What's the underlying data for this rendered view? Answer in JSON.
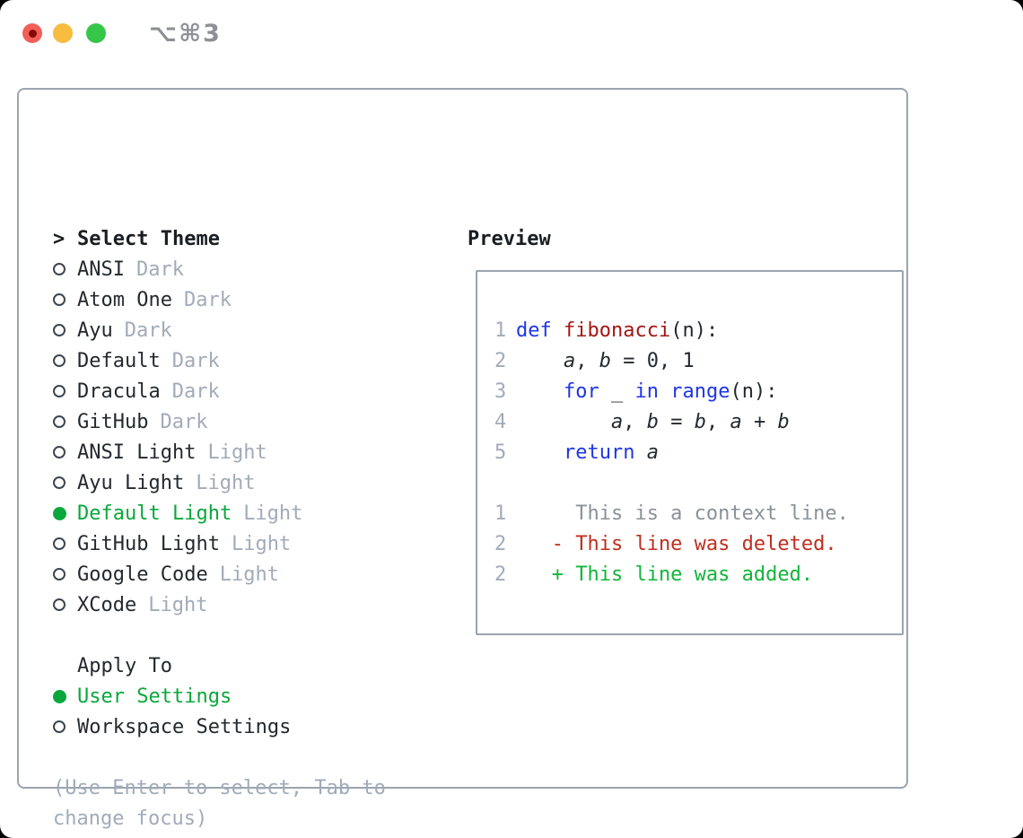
{
  "window": {
    "shortcut": "⌥⌘3"
  },
  "left": {
    "header": {
      "prefix": ">",
      "label": "Select Theme"
    },
    "themes": [
      {
        "name": "ANSI",
        "tag": "Dark",
        "selected": false
      },
      {
        "name": "Atom One",
        "tag": "Dark",
        "selected": false
      },
      {
        "name": "Ayu",
        "tag": "Dark",
        "selected": false
      },
      {
        "name": "Default",
        "tag": "Dark",
        "selected": false
      },
      {
        "name": "Dracula",
        "tag": "Dark",
        "selected": false
      },
      {
        "name": "GitHub",
        "tag": "Dark",
        "selected": false
      },
      {
        "name": "ANSI Light",
        "tag": "Light",
        "selected": false
      },
      {
        "name": "Ayu Light",
        "tag": "Light",
        "selected": false
      },
      {
        "name": "Default Light",
        "tag": "Light",
        "selected": true
      },
      {
        "name": "GitHub Light",
        "tag": "Light",
        "selected": false
      },
      {
        "name": "Google Code",
        "tag": "Light",
        "selected": false
      },
      {
        "name": "XCode",
        "tag": "Light",
        "selected": false
      }
    ],
    "apply_to": {
      "label": "Apply To",
      "options": [
        {
          "name": "User Settings",
          "selected": true
        },
        {
          "name": "Workspace Settings",
          "selected": false
        }
      ]
    },
    "hint_lines": [
      "(Use Enter to select, Tab to",
      "change focus)"
    ]
  },
  "preview": {
    "title": "Preview",
    "code_lines": [
      {
        "num": "1",
        "segments": [
          {
            "text": "def",
            "style": "kw"
          },
          {
            "text": " ",
            "style": "pl"
          },
          {
            "text": "fibonacci",
            "style": "fn"
          },
          {
            "text": "(n):",
            "style": "pl"
          }
        ]
      },
      {
        "num": "2",
        "segments": [
          {
            "text": "    ",
            "style": "pl"
          },
          {
            "text": "a",
            "style": "var"
          },
          {
            "text": ", ",
            "style": "pl"
          },
          {
            "text": "b",
            "style": "var"
          },
          {
            "text": " = 0, 1",
            "style": "pl"
          }
        ]
      },
      {
        "num": "3",
        "segments": [
          {
            "text": "    ",
            "style": "pl"
          },
          {
            "text": "for",
            "style": "kw"
          },
          {
            "text": " _ ",
            "style": "pl"
          },
          {
            "text": "in",
            "style": "kw"
          },
          {
            "text": " ",
            "style": "pl"
          },
          {
            "text": "range",
            "style": "kw"
          },
          {
            "text": "(n):",
            "style": "pl"
          }
        ]
      },
      {
        "num": "4",
        "segments": [
          {
            "text": "        ",
            "style": "pl"
          },
          {
            "text": "a",
            "style": "var"
          },
          {
            "text": ", ",
            "style": "pl"
          },
          {
            "text": "b",
            "style": "var"
          },
          {
            "text": " = ",
            "style": "pl"
          },
          {
            "text": "b",
            "style": "var"
          },
          {
            "text": ", ",
            "style": "pl"
          },
          {
            "text": "a",
            "style": "var"
          },
          {
            "text": " + ",
            "style": "pl"
          },
          {
            "text": "b",
            "style": "var"
          }
        ]
      },
      {
        "num": "5",
        "segments": [
          {
            "text": "    ",
            "style": "pl"
          },
          {
            "text": "return",
            "style": "kw"
          },
          {
            "text": " ",
            "style": "pl"
          },
          {
            "text": "a",
            "style": "var"
          }
        ]
      },
      {
        "num": "",
        "segments": []
      },
      {
        "num": "1",
        "segments": [
          {
            "text": "     This is a context line.",
            "style": "ctx"
          }
        ]
      },
      {
        "num": "2",
        "segments": [
          {
            "text": "   - This line was deleted.",
            "style": "del"
          }
        ]
      },
      {
        "num": "2",
        "segments": [
          {
            "text": "   + This line was added.",
            "style": "add"
          }
        ]
      }
    ]
  },
  "colors": {
    "text": "#24292e",
    "heading": "#1a1d21",
    "muted": "#a2abb8",
    "green": "#0aa83c",
    "border": "#9ba4af",
    "kw": "#1e36e8",
    "fn": "#a31712",
    "ctx": "#8a9199",
    "del": "#bf2e1d",
    "add": "#12b53a",
    "shortcut": "#8e9095",
    "tl-red": "#f25f58",
    "tl-red-dot": "#840b03",
    "tl-yellow": "#f6bd40",
    "tl-green": "#36c64a"
  }
}
